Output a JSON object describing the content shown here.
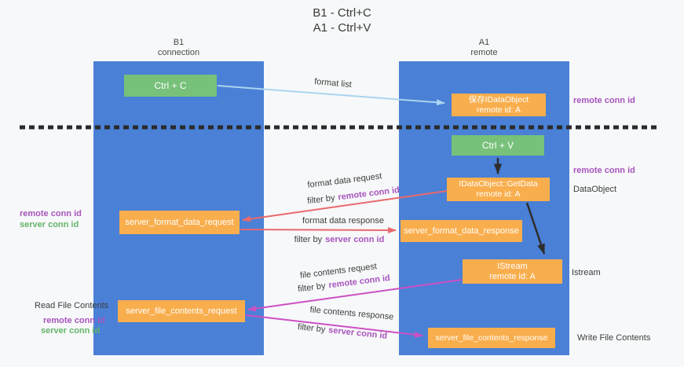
{
  "title": {
    "line1": "B1 - Ctrl+C",
    "line2": "A1 - Ctrl+V"
  },
  "columns": {
    "left": {
      "name": "B1",
      "role": "connection"
    },
    "right": {
      "name": "A1",
      "role": "remote"
    }
  },
  "nodes": {
    "ctrl_c": {
      "label": "Ctrl + C"
    },
    "ctrl_v": {
      "label": "Ctrl + V"
    },
    "save_dataobject": {
      "line1": "保存IDataObject",
      "line2": "remote id: A"
    },
    "getdata": {
      "line1": "IDataObject::GetData",
      "line2": "remote id: A"
    },
    "istream": {
      "line1": "IStream",
      "line2": "remote id: A"
    },
    "server_format_data_request": {
      "label": "server_format_data_request"
    },
    "server_format_data_response": {
      "label": "server_format_data_response"
    },
    "server_file_contents_request": {
      "label": "server_file_contents_request"
    },
    "server_file_contents_response": {
      "label": "server_file_contents_response"
    }
  },
  "flow_labels": {
    "format_list": "format list",
    "format_data_request": "format data request",
    "format_data_response": "format data response",
    "file_contents_request": "file contents request",
    "file_contents_response": "file contents response",
    "filter_by": "filter by"
  },
  "side_labels": {
    "remote_conn_id": "remote conn id",
    "server_conn_id": "server conn id",
    "dataobject": "DataObject",
    "istream": "Istream",
    "read_file_contents": "Read File Contents",
    "write_file_contents": "Write File Contents"
  },
  "colors": {
    "lane_blue": "#4a80d6",
    "node_orange": "#f9ae4d",
    "node_green": "#77c17a",
    "remote_conn_id_text": "#a855be",
    "server_conn_id_text": "#64b56a",
    "format_arrow": "#e8696e",
    "file_arrow": "#cc50c4",
    "format_list_arrow": "#aad4f0",
    "black_arrow": "#2d2d2d",
    "background": "#f7f8f9"
  }
}
